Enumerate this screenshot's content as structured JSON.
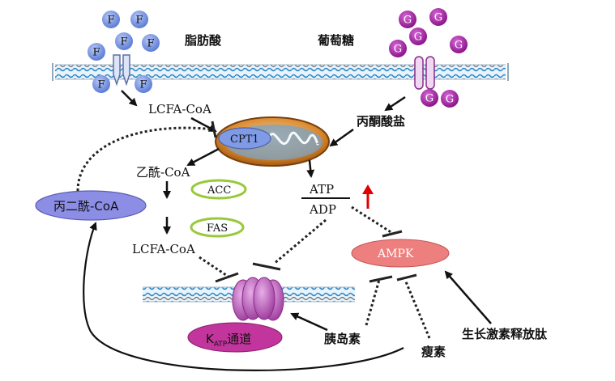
{
  "labels": {
    "fatty_acid": "脂肪酸",
    "glucose": "葡萄糖",
    "fatty_acid_symbol": "F",
    "glucose_symbol": "G",
    "lcfa_coa_top": "LCFA-CoA",
    "cpt1": "CPT1",
    "pyruvate": "丙酮酸盐",
    "acetyl_coa": "乙酰-CoA",
    "malonyl_coa": "丙二酰-CoA",
    "acc": "ACC",
    "fas": "FAS",
    "lcfa_coa_bottom": "LCFA-CoA",
    "atp": "ATP",
    "adp": "ADP",
    "ampk": "AMPK",
    "katp_k": "K",
    "katp_sub": "ATP",
    "katp_rest": "通道",
    "insulin": "胰岛素",
    "leptin": "瘦素",
    "ghrelin": "生长激素释放肽"
  },
  "colors": {
    "fatty_acid_ball": "#6f8fe0",
    "glucose_ball": "#9b1f9b",
    "cpt1_fill": "#7f9be6",
    "malonyl_fill": "#8c8ee6",
    "ampk_fill": "#ee7f7f",
    "enzyme_ring": "#99c93a",
    "katp_fill": "#c2359c",
    "channel_protein": "#b45bb4",
    "up_arrow": "#e00000",
    "membrane": "#2a86c4"
  }
}
